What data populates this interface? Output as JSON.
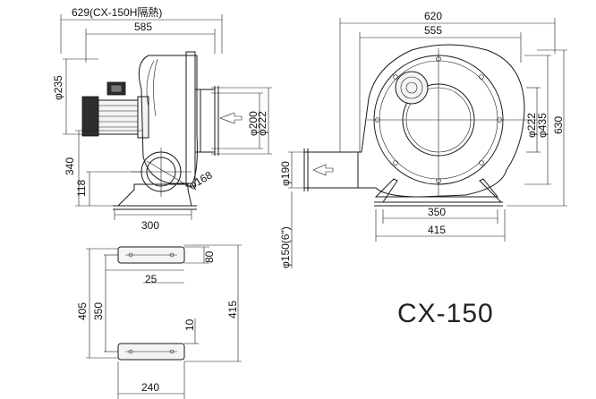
{
  "model": "CX-150",
  "side_view": {
    "overall_length": "629(CX-150H隔熱)",
    "body_length": "585",
    "motor_diameter": "φ235",
    "outlet_inner": "φ200",
    "outlet_outer": "φ222",
    "height_center": "340",
    "base_height": "118",
    "inlet_diameter": "φ168",
    "base_width": "300"
  },
  "front_view": {
    "overall_width": "620",
    "body_width": "555",
    "inlet_inner": "φ222",
    "housing_diameter": "φ435",
    "overall_height": "630",
    "outlet_diameter": "φ190",
    "outlet_pipe": "φ150(6\")",
    "base_inner": "350",
    "base_outer": "415"
  },
  "base_plan": {
    "hole_depth": "80",
    "hole_offset": "25",
    "inner_height": "350",
    "outer_height": "405",
    "total_height": "415",
    "slot": "10",
    "slot_length": "240"
  }
}
